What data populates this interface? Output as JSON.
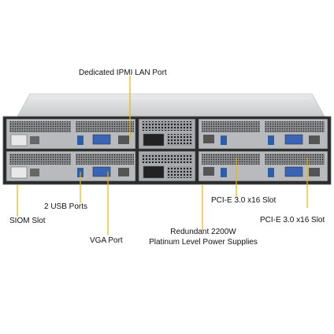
{
  "callouts": {
    "ipmi": "Dedicated IPMI  LAN Port",
    "usb": "2 USB Ports",
    "siom": "SIOM  Slot",
    "vga": "VGA Port",
    "psu_line1": "Redundant  2200W",
    "psu_line2": "Platinum Level Power Supplies",
    "pcie_left": "PCI-E  3.0 x16 Slot",
    "pcie_right": "PCI-E  3.0 x16 Slot"
  },
  "colors": {
    "leader_line": "#f0b400",
    "chassis_top": "#d7d9db",
    "chassis_face": "#2a2b2d"
  }
}
